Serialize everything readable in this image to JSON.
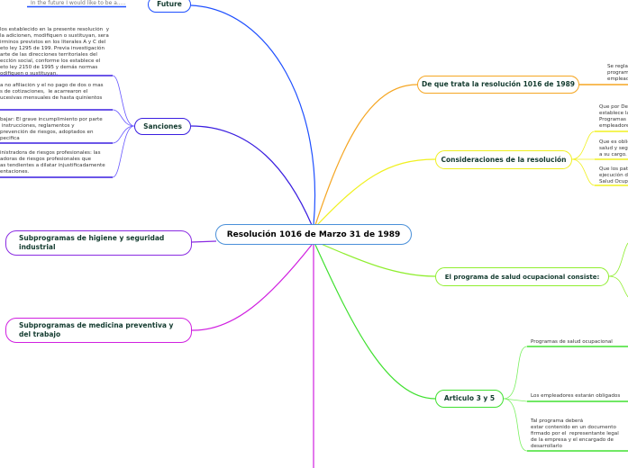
{
  "central": {
    "label": "Resolución 1016 de Marzo 31 de 1989",
    "color": "#4a90d9"
  },
  "future": {
    "label": "Future",
    "note": "In the future I would like to be a.....",
    "color": "#1e4fff"
  },
  "sanciones": {
    "label": "Sanciones",
    "color": "#3a1ee0",
    "items": [
      "los establecido en la presente resolución  y\nla adicionen, modifiquen o sustituyan, sera\nirminos previstos en los literales A y C del\neto ley 1295 de 199. Previa investigación\narte de las direcciones territoriales del\necclón social, conforme los establece el\neto ley 2150 de 1995 y demás normas\nodifiquen o sustituyan.",
      "a no afiliación y el no pago de dos o mas\ns de cotizaciones,  le acarrearon el\nucesivas mensuales de hasta quinientos",
      "bajar: El grave incumplimiento por parte\n instrucciones, reglamentos y\nprevención de riesgos, adoptados en\npecifica",
      "inistradora de riesgos profesionales: las\nadoras de riesgos profesionales que\nas tendientes a dilatar injustificadamente\nentaciones."
    ]
  },
  "higiene": {
    "label": "Subprogramas de higiene y seguridad industrial",
    "color": "#8a2be2"
  },
  "medicina": {
    "label": "Subprogramas de medicina preventiva y del trabajo",
    "color": "#d020e0"
  },
  "de_que_trata": {
    "label": "De que trata la resolución 1016 de 1989",
    "color": "#f5a623",
    "items": [
      "Se regla\nprogram\nemplead"
    ]
  },
  "consideraciones": {
    "label": "Consideraciones de la resolución",
    "color": "#f0f020",
    "items": [
      "Que por De\nestablece la\nProgramas \nempleadore",
      "Que es oblig\nsalud y seg\na su cargo.",
      "Que los pat\nejecución d\nSalud Ocup"
    ]
  },
  "programa": {
    "label": "El programa de salud ocupacional consiste:",
    "color": "#90ee30"
  },
  "articulo": {
    "label": "Articulo 3 y 5",
    "color": "#40e030",
    "items": [
      "Programas de salud ocupacional",
      "Los empleadores estarán obligados",
      "Tal programa deberá\nestar contenido en un documento\nfirmado por el  representante legal\nde la empresa y el encargado de\ndesarrollarlo"
    ]
  }
}
